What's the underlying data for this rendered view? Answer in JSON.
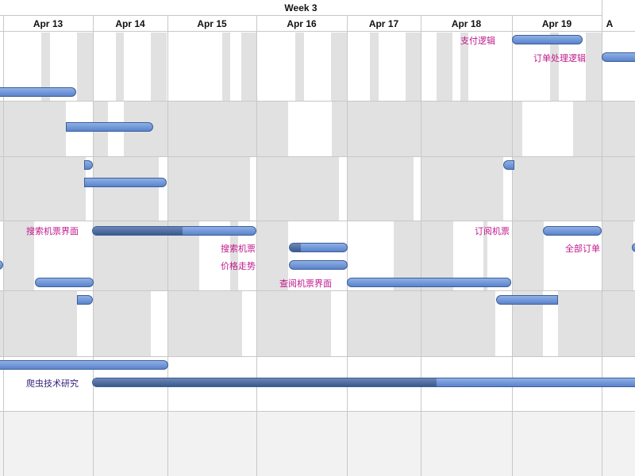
{
  "timeline": {
    "week_label": "Week 3",
    "days": [
      "Apr 13",
      "Apr 14",
      "Apr 15",
      "Apr 16",
      "Apr 17",
      "Apr 18",
      "Apr 19",
      "A"
    ]
  },
  "tasks": [
    {
      "id": "r1-left",
      "label": "",
      "progress": 0
    },
    {
      "id": "r1-pay-logic",
      "label": "支付逻辑",
      "progress": 0
    },
    {
      "id": "r1-order-logic",
      "label": "订单处理逻辑",
      "progress": 0
    },
    {
      "id": "r1-right",
      "label": "",
      "progress": 0
    },
    {
      "id": "r2-task",
      "label": "",
      "progress": 0
    },
    {
      "id": "r3-task-a",
      "label": "",
      "progress": 0
    },
    {
      "id": "r3-task-b",
      "label": "",
      "progress": 0
    },
    {
      "id": "r4-search-page",
      "label": "搜索机票界面",
      "progress": 0.55
    },
    {
      "id": "r4-search",
      "label": "搜索机票",
      "progress": 0.2
    },
    {
      "id": "r4-price-trend",
      "label": "价格走势",
      "progress": 0
    },
    {
      "id": "r4-view-page",
      "label": "查阅机票界面",
      "progress": 0
    },
    {
      "id": "r4-book",
      "label": "订阅机票",
      "progress": 0
    },
    {
      "id": "r4-all-orders",
      "label": "全部订单",
      "progress": 0
    },
    {
      "id": "r4-left-small",
      "label": "",
      "progress": 0
    },
    {
      "id": "r5-task",
      "label": "",
      "progress": 0
    },
    {
      "id": "r6-task",
      "label": "",
      "progress": 0
    },
    {
      "id": "r6-crawler",
      "label": "爬虫技术研究",
      "progress": 0.62
    }
  ],
  "colors": {
    "bar": "#6f95d9",
    "bar_progress": "#3f5d94",
    "label": "#c0188c",
    "label_dark": "#32207a",
    "shade": "#e1e1e1",
    "grid": "#c8c8c8"
  }
}
